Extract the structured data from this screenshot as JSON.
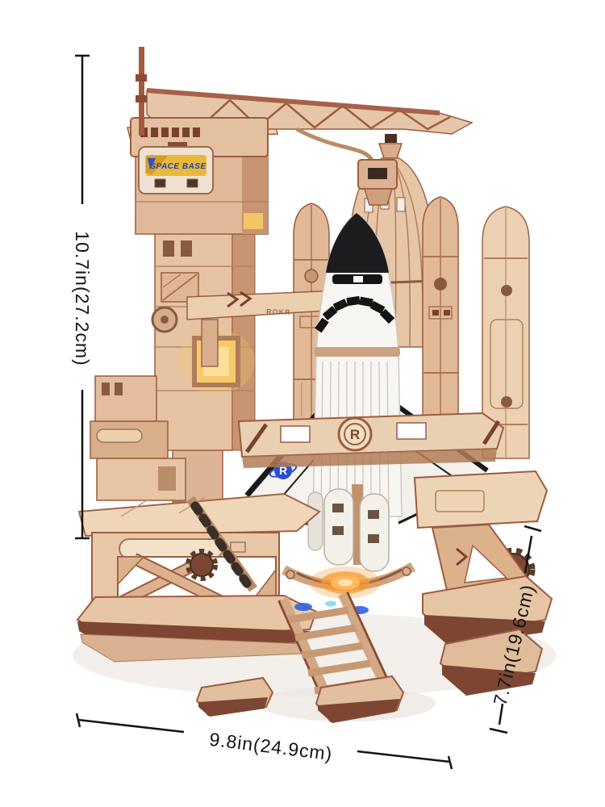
{
  "annotations": {
    "height": "10.7in(27.2cm)",
    "width": "9.8in(24.9cm)",
    "depth": "7.7in(19.6cm)"
  },
  "model": {
    "sign_text": "SPACE BASE",
    "gantry_text": "ROKR",
    "hub_letter": "R",
    "wing_logo_letter": "R"
  },
  "colors": {
    "background": "#ffffff",
    "dimension_ink": "#141414",
    "wood_light": "#eed4b6",
    "wood_mid": "#d9ab87",
    "wood_dark": "#9c5c40",
    "walnut": "#7d4632",
    "shuttle_white": "#f7f4f0",
    "shuttle_black": "#1c1c1e",
    "window_amber": "#f6c96a",
    "flame_orange": "#f59a33",
    "light_blue": "#2e63e8",
    "sign_yellow": "#e8b93a",
    "sign_blue": "#1d3fbd"
  }
}
